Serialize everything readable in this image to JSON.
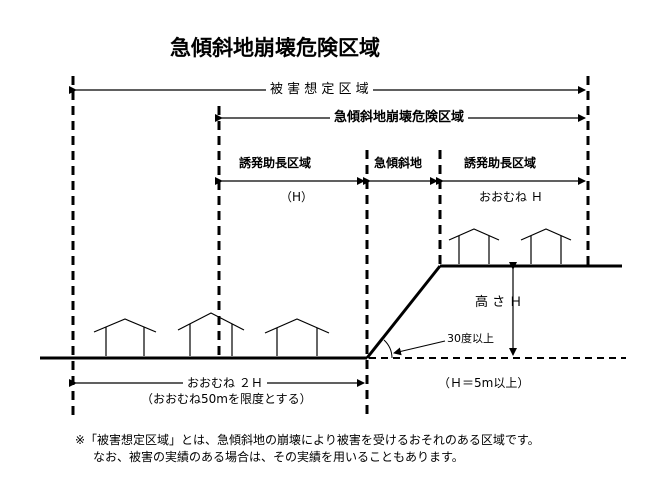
{
  "title": "急傾斜地崩壊危険区域",
  "labels": {
    "damage_zone": "被 害 想 定 区 域",
    "danger_zone": "急傾斜地崩壊危険区域",
    "induce_zone_left": "誘発助長区域",
    "steep_land": "急傾斜地",
    "induce_zone_right": "誘発助長区域",
    "h_left": "（H）",
    "approx_h_right": "おおむね Ｈ",
    "height_h": "高 さ Ｈ",
    "angle": "30度以上",
    "approx_2h": "おおむね ２Ｈ",
    "approx_2h_limit": "（おおむね50mを限度とする）",
    "h_min": "（Ｈ＝5m以上）"
  },
  "notes": {
    "line1": "※「被害想定区域」とは、急傾斜地の崩壊により被害を受けるおそれのある区域です。",
    "line2": "なお、被害の実績のある場合は、その実績を用いることもあります。"
  }
}
